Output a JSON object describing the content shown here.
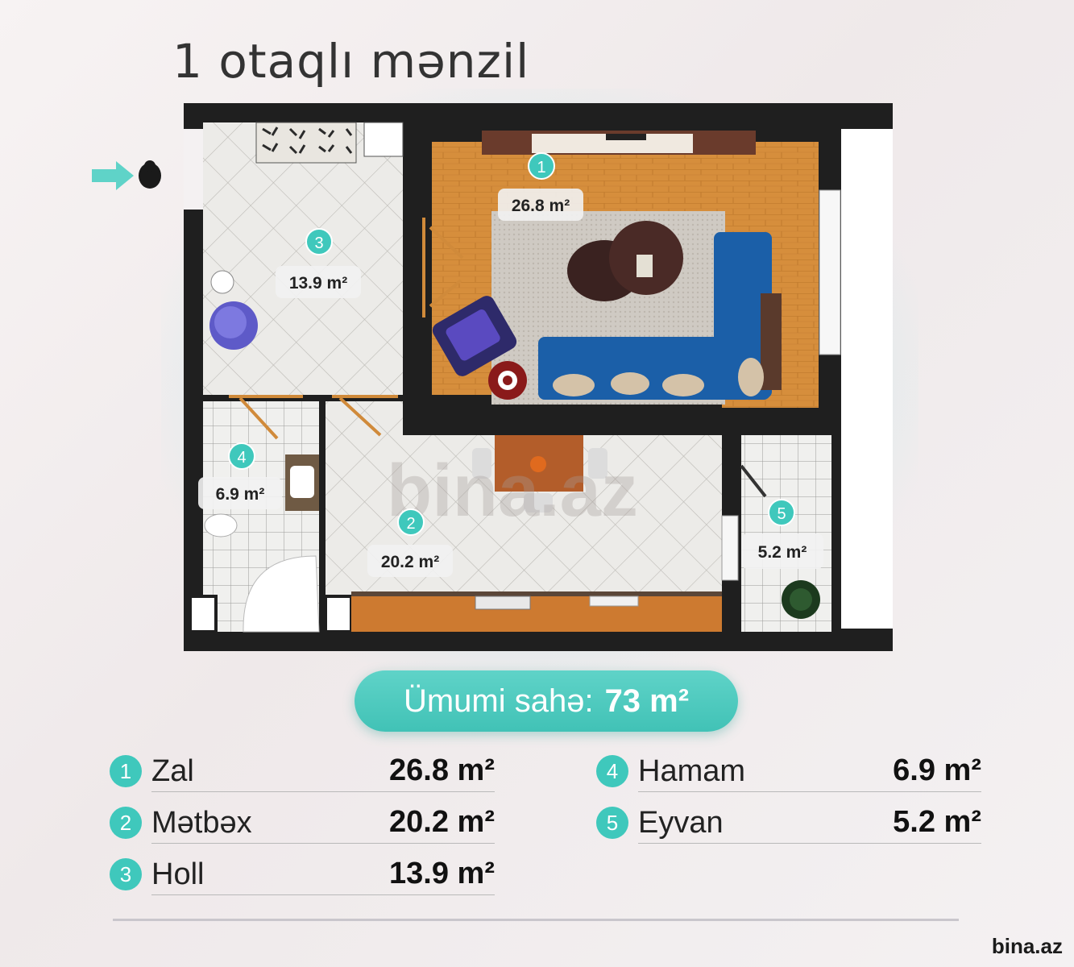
{
  "title": "1 otaqlı mənzil",
  "rooms_on_plan": [
    {
      "num": "1",
      "area": "26.8 m²"
    },
    {
      "num": "2",
      "area": "20.2 m²"
    },
    {
      "num": "3",
      "area": "13.9 m²"
    },
    {
      "num": "4",
      "area": "6.9 m²"
    },
    {
      "num": "5",
      "area": "5.2 m²"
    }
  ],
  "plan_watermark": "bina.az",
  "total": {
    "label": "Ümumi sahə:",
    "value": "73 m²"
  },
  "legend": [
    {
      "num": "1",
      "name": "Zal",
      "area": "26.8 m²"
    },
    {
      "num": "2",
      "name": "Mətbəx",
      "area": "20.2 m²"
    },
    {
      "num": "3",
      "name": "Holl",
      "area": "13.9 m²"
    },
    {
      "num": "4",
      "name": "Hamam",
      "area": "6.9 m²"
    },
    {
      "num": "5",
      "name": "Eyvan",
      "area": "5.2 m²"
    }
  ],
  "colors": {
    "accent": "#3fc8bc",
    "wall": "#1f1f1f",
    "wood": "#d08a3a"
  },
  "icons": {
    "entrance": "arrow-right-icon"
  },
  "watermark": "bina.az"
}
